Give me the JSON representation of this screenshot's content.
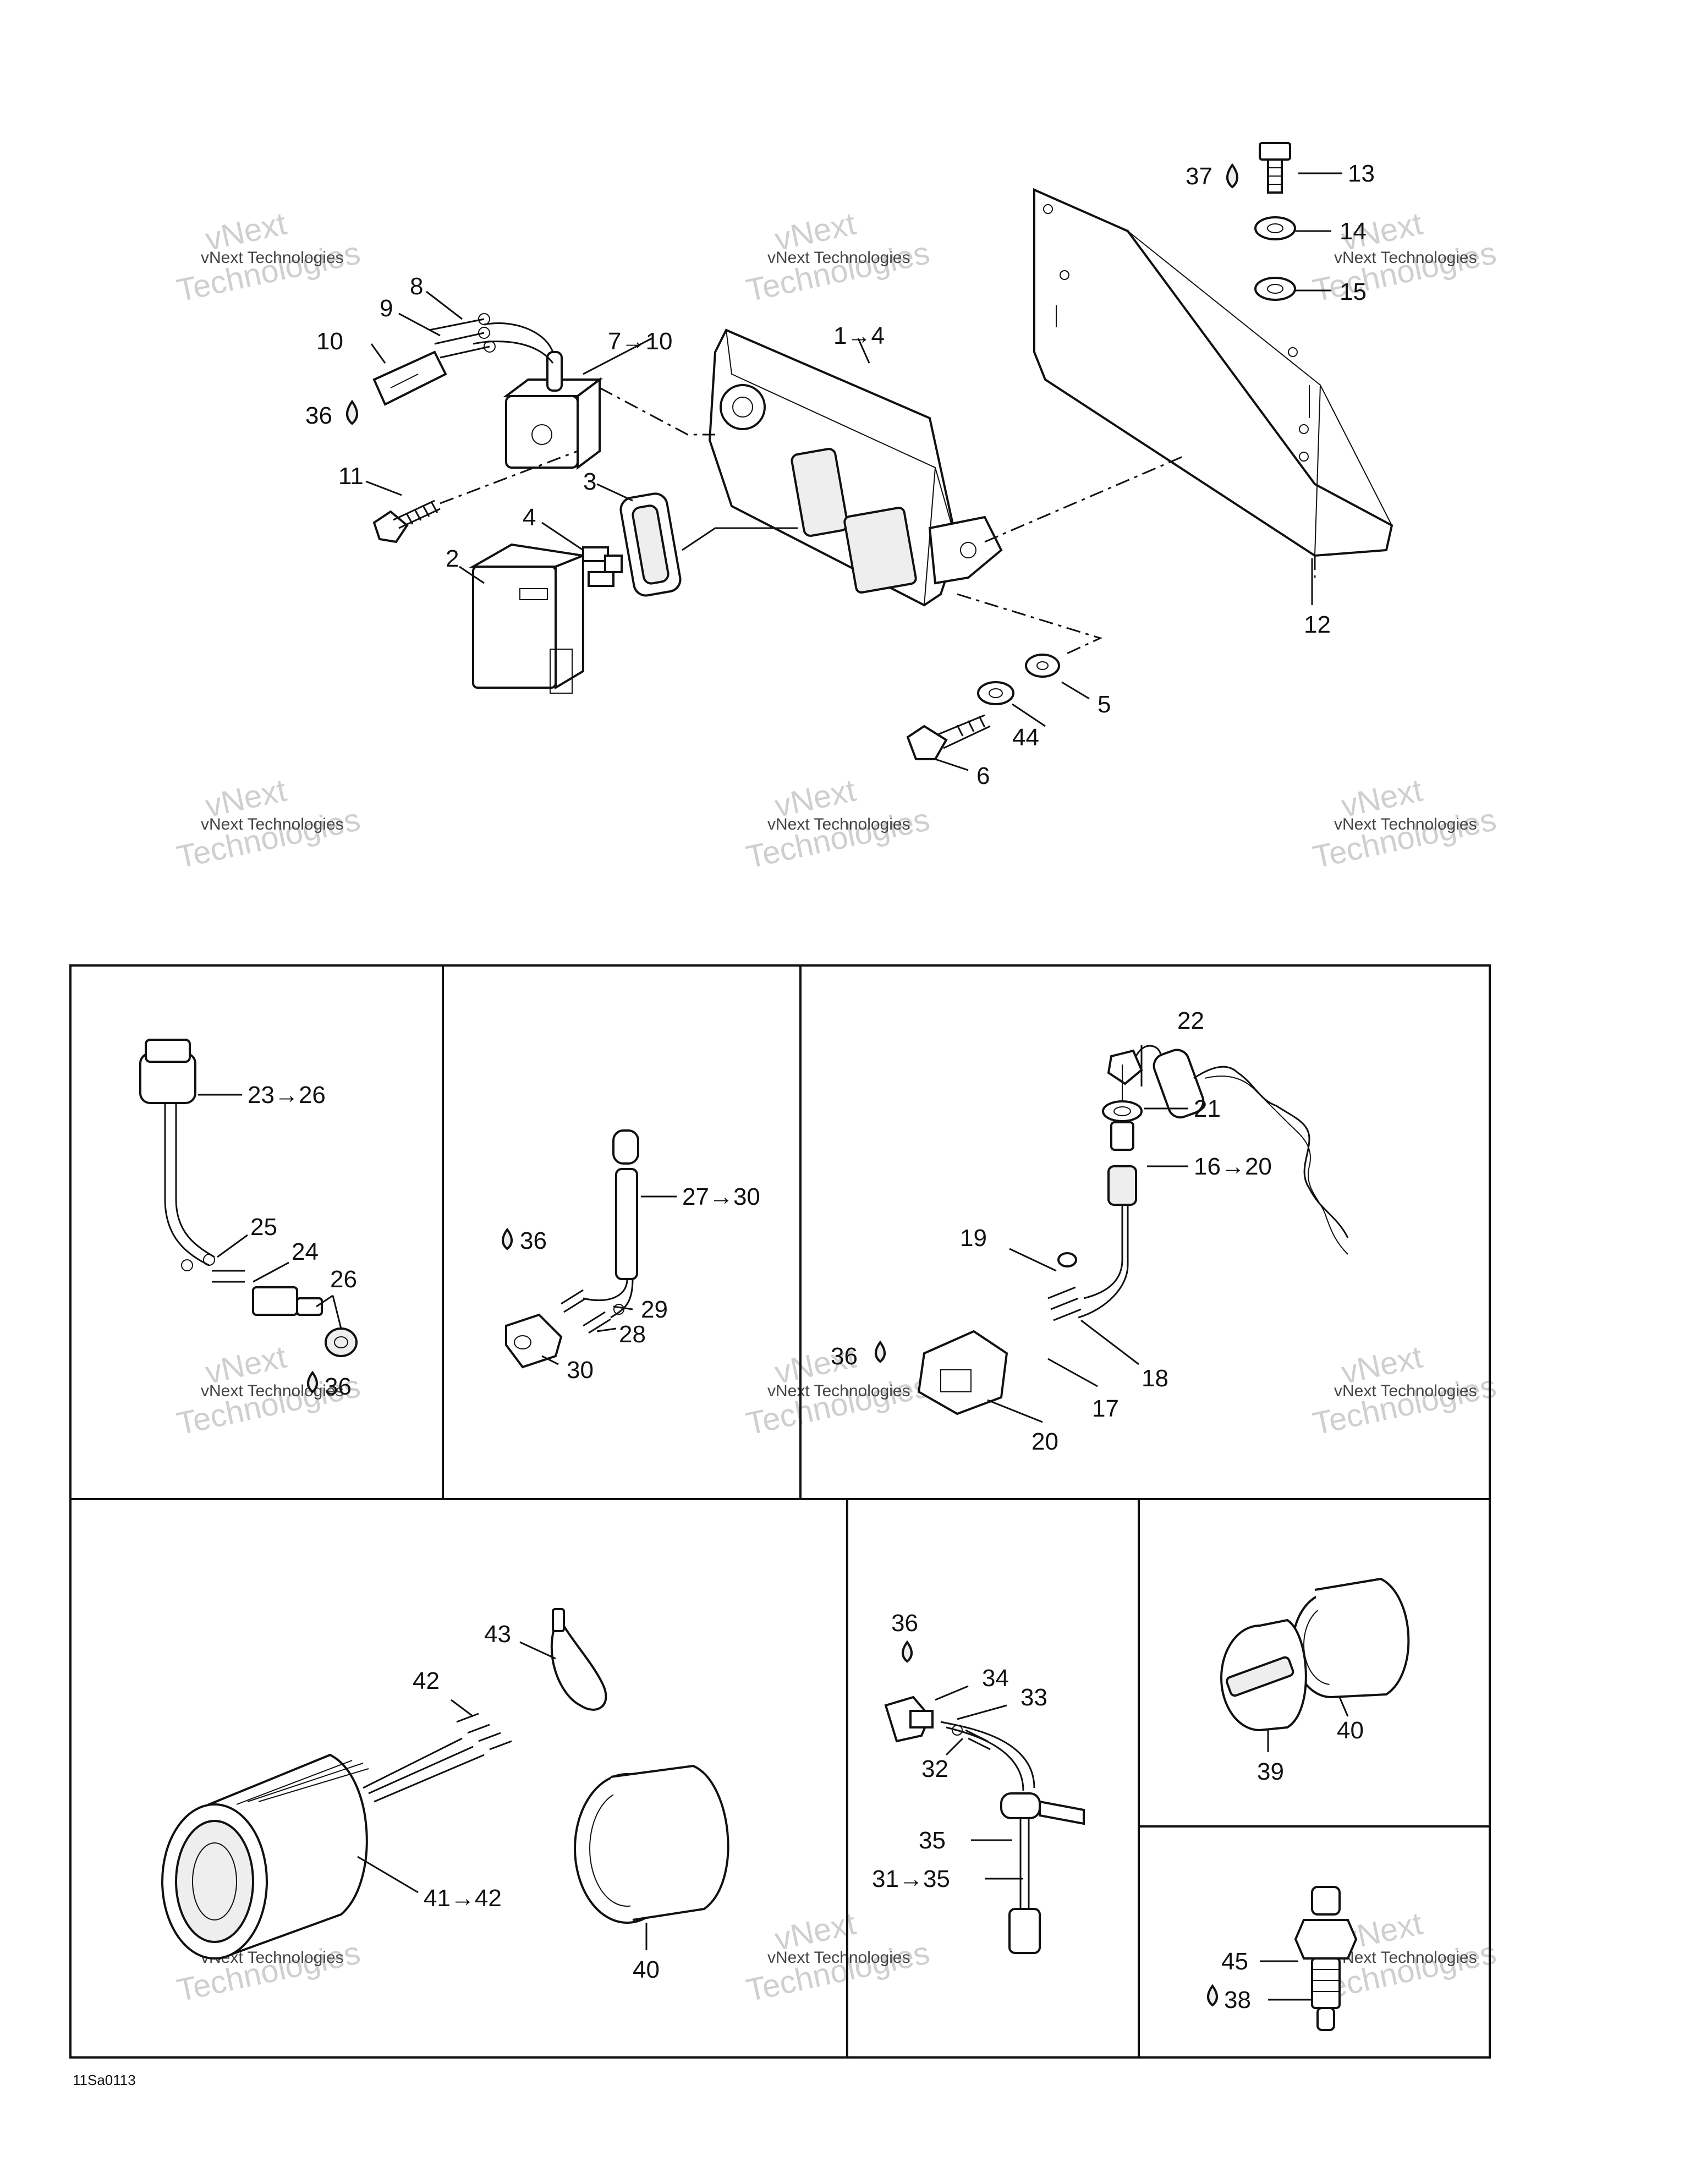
{
  "diagram": {
    "watermark_line1": "vNext",
    "watermark_line2": "vNext Technologies",
    "watermark_line3": "Technologies",
    "figure_code": "11Sa0113",
    "labels": {
      "l_1_4": "1→4",
      "l_2": "2",
      "l_3": "3",
      "l_4": "4",
      "l_5": "5",
      "l_6": "6",
      "l_7_10": "7→10",
      "l_8": "8",
      "l_9": "9",
      "l_10": "10",
      "l_11": "11",
      "l_12": "12",
      "l_13": "13",
      "l_14": "14",
      "l_15": "15",
      "l_16_20": "16→20",
      "l_17": "17",
      "l_18": "18",
      "l_19": "19",
      "l_20": "20",
      "l_21": "21",
      "l_22": "22",
      "l_23_26": "23→26",
      "l_24": "24",
      "l_25": "25",
      "l_26": "26",
      "l_27_30": "27→30",
      "l_28": "28",
      "l_29": "29",
      "l_30": "30",
      "l_31_35": "31→35",
      "l_32": "32",
      "l_33": "33",
      "l_34": "34",
      "l_35": "35",
      "l_36_a": "36",
      "l_36_b": "36",
      "l_36_c": "36",
      "l_36_d": "36",
      "l_36_e": "36",
      "l_37": "37",
      "l_38": "38",
      "l_39": "39",
      "l_40_a": "40",
      "l_40_b": "40",
      "l_41_42": "41→42",
      "l_42": "42",
      "l_43": "43",
      "l_44": "44",
      "l_45": "45"
    }
  }
}
